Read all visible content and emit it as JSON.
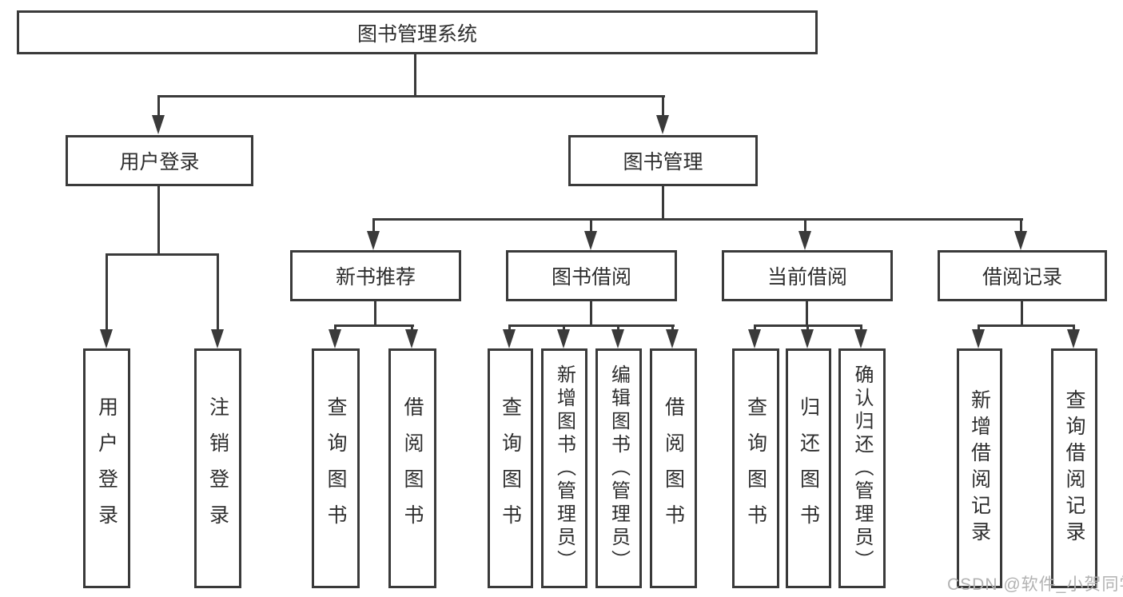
{
  "diagram": {
    "type": "hierarchy-tree",
    "colors": {
      "line": "#3a3a3a",
      "text": "#2e2e2e",
      "box_background": "#ffffff",
      "watermark": "#b2b2b2"
    },
    "nodes": {
      "root": "图书管理系统",
      "login": "用户登录",
      "management": "图书管理",
      "recommend": "新书推荐",
      "borrow": "图书借阅",
      "current": "当前借阅",
      "records": "借阅记录",
      "login_user_login": "用户登录",
      "login_logout": "注销登录",
      "recommend_query_books": "查询图书",
      "recommend_borrow_books": "借阅图书",
      "borrow_query_books": "查询图书",
      "borrow_add_books_admin": "新增图书（管理员）",
      "borrow_edit_books_admin": "编辑图书（管理员）",
      "borrow_borrow_books": "借阅图书",
      "current_query_books": "查询图书",
      "current_return_books": "归还图书",
      "current_confirm_return_admin": "确认归还（管理员）",
      "records_add_record": "新增借阅记录",
      "records_query_record": "查询借阅记录"
    },
    "structure": [
      {
        "parent": "图书管理系统",
        "children": [
          "用户登录",
          "图书管理"
        ]
      },
      {
        "parent": "用户登录",
        "children": [
          "用户登录",
          "注销登录"
        ]
      },
      {
        "parent": "图书管理",
        "children": [
          "新书推荐",
          "图书借阅",
          "当前借阅",
          "借阅记录"
        ]
      },
      {
        "parent": "新书推荐",
        "children": [
          "查询图书",
          "借阅图书"
        ]
      },
      {
        "parent": "图书借阅",
        "children": [
          "查询图书",
          "新增图书（管理员）",
          "编辑图书（管理员）",
          "借阅图书"
        ]
      },
      {
        "parent": "当前借阅",
        "children": [
          "查询图书",
          "归还图书",
          "确认归还（管理员）"
        ]
      },
      {
        "parent": "借阅记录",
        "children": [
          "新增借阅记录",
          "查询借阅记录"
        ]
      }
    ],
    "watermark": "CSDN @软件_小贺同学"
  }
}
